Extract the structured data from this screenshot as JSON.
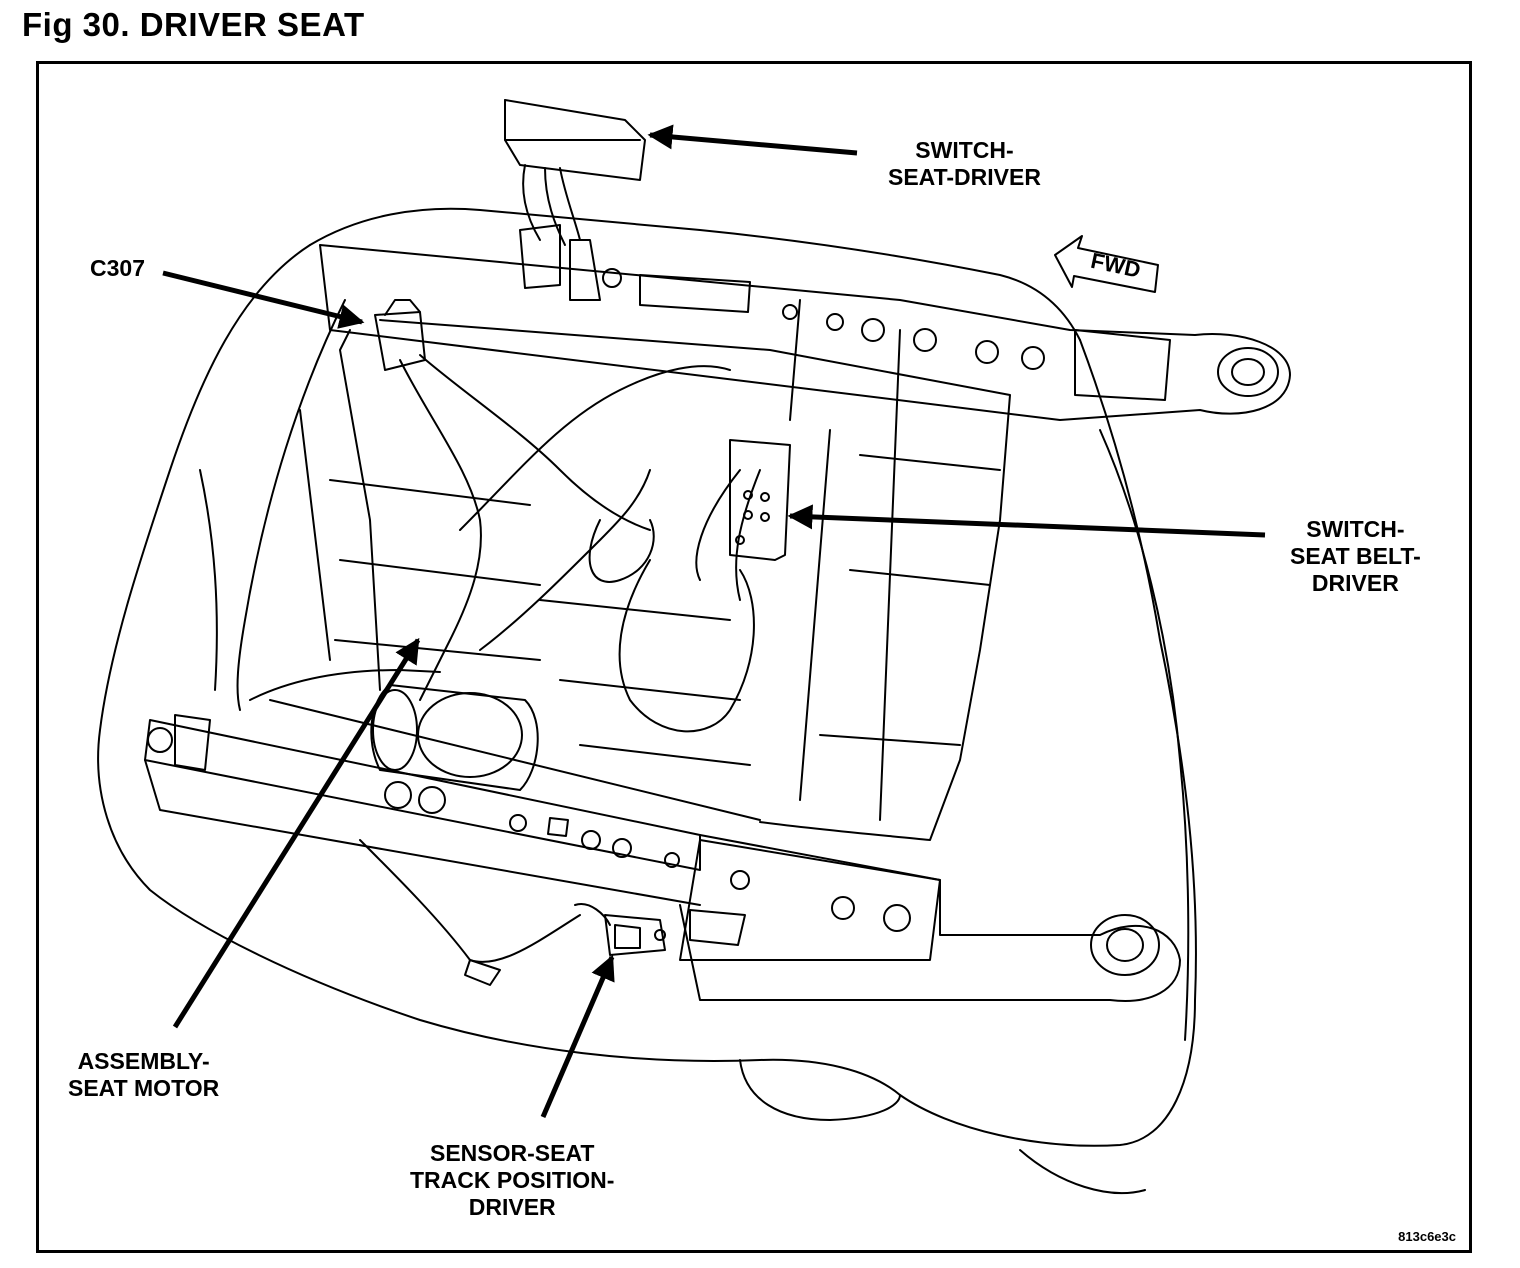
{
  "title": "Fig 30. DRIVER SEAT",
  "fwd_label": "FWD",
  "drawing_code": "813c6e3c",
  "labels": {
    "switch_seat_driver": [
      "SWITCH-",
      "SEAT-DRIVER"
    ],
    "c307": [
      "C307"
    ],
    "switch_seat_belt_driver": [
      "SWITCH-",
      "SEAT BELT-",
      "DRIVER"
    ],
    "assembly_seat_motor": [
      "ASSEMBLY-",
      "SEAT MOTOR"
    ],
    "sensor_seat_track": [
      "SENSOR-SEAT",
      "TRACK POSITION-",
      "DRIVER"
    ]
  }
}
